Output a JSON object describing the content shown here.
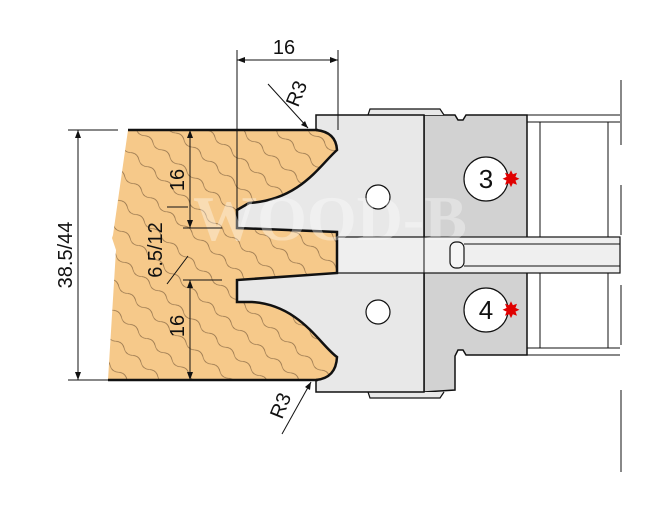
{
  "dimensions": {
    "top_width": "16",
    "top_radius": "R3",
    "total_height": "38.5/44",
    "upper_height": "16",
    "tongue_width": "6.5/12",
    "lower_height": "16",
    "bottom_radius": "R3"
  },
  "knife_labels": [
    "3",
    "4"
  ],
  "watermark": "WOOD-B",
  "colors": {
    "wood": "#f6c98a",
    "cutter_light": "#e8e8e8",
    "cutter_dark": "#d2d2d2",
    "marker": "#e00000"
  }
}
